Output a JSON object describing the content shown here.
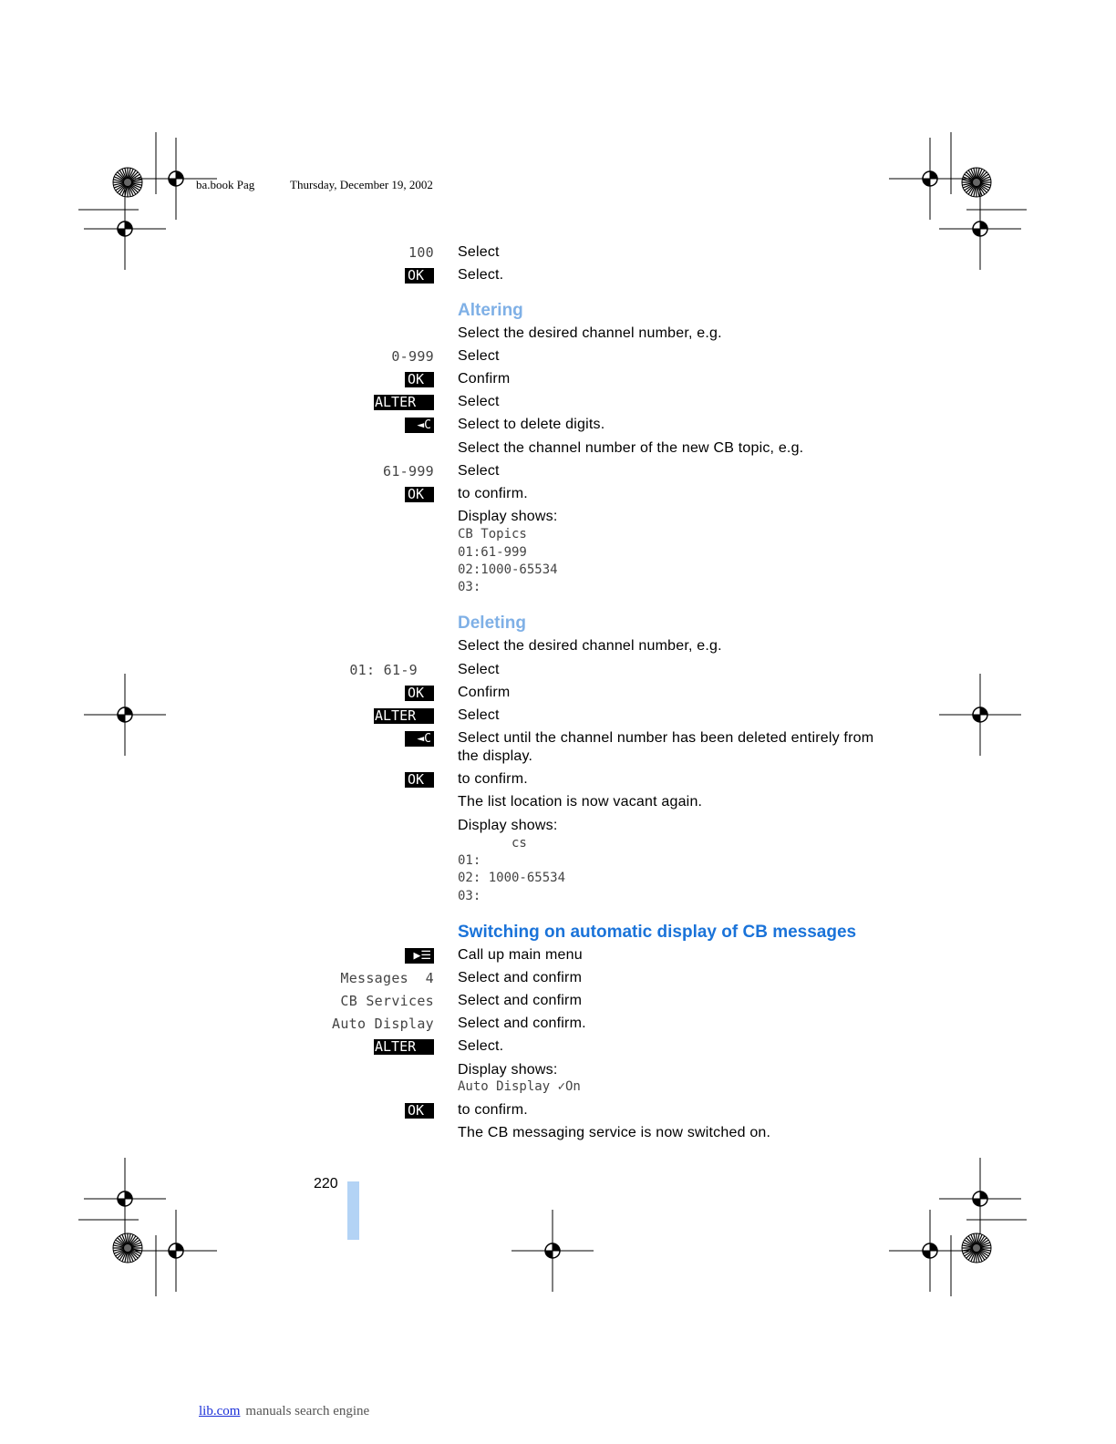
{
  "header": {
    "file": "ba.book  Pag",
    "date": "Thursday, December 19, 2002"
  },
  "rows_a": [
    {
      "label": "100",
      "text": "Select"
    },
    {
      "key": "OK",
      "text": "Select."
    }
  ],
  "altering": {
    "heading": "Altering",
    "intro": "Select the desired channel number, e.g.",
    "rows": [
      {
        "label": "0-999",
        "text": "Select"
      },
      {
        "key": "OK",
        "text": "Confirm"
      },
      {
        "key": "ALTER",
        "text": "Select"
      },
      {
        "key": "◄C",
        "text": "Select to delete digits."
      }
    ],
    "intro2": "Select the channel number of the new CB topic, e.g.",
    "rows2": [
      {
        "label": "61-999",
        "text": "Select"
      },
      {
        "key": "OK",
        "text": "to confirm."
      }
    ],
    "display_label": "Display shows:",
    "display_lines": [
      "CB Topics",
      "01:61-999",
      "02:1000-65534",
      "03:"
    ]
  },
  "deleting": {
    "heading": "Deleting",
    "intro": "Select the desired channel number, e.g.",
    "rows": [
      {
        "label": "01: 61-9",
        "text": "Select"
      },
      {
        "key": "OK",
        "text": "Confirm"
      },
      {
        "key": "ALTER",
        "text": "Select"
      },
      {
        "key": "◄C",
        "text": "Select until the channel number has been deleted entirely from the display."
      },
      {
        "key": "OK",
        "text": "to confirm."
      }
    ],
    "note": "The list location is now vacant again.",
    "display_label": "Display shows:",
    "display_lines": [
      "       cs",
      "01:",
      "02: 1000-65534",
      "03:"
    ]
  },
  "switching": {
    "heading": "Switching on automatic display of CB messages",
    "rows": [
      {
        "key": "▶☰",
        "text": "Call up main menu"
      },
      {
        "label": "Messages  4",
        "text": "Select and confirm"
      },
      {
        "label": "CB Services",
        "text": "Select and confirm"
      },
      {
        "label": "Auto Display",
        "text": "Select and confirm."
      },
      {
        "key": "ALTER",
        "text": "Select."
      }
    ],
    "display_label": "Display shows:",
    "display_line": "Auto Display ✓On",
    "rows2": [
      {
        "key": "OK",
        "text": "to confirm."
      }
    ],
    "note": "The CB messaging service is now switched on."
  },
  "page_number": "220",
  "footer": {
    "link": "lib.com",
    "rest": "manuals search engine"
  }
}
